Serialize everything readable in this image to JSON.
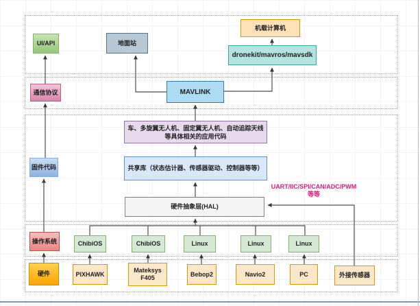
{
  "diagram": {
    "layers": {
      "ui_api": "UI/API",
      "comm_protocol": "通信协议",
      "firmware": "固件代码",
      "os": "操作系统",
      "hardware": "硬件"
    },
    "nodes": {
      "ground_station": "地面站",
      "onboard_computer": "机载计算机",
      "dronekit": "dronekit/mavros/mavsdk",
      "mavlink": "MAVLINK",
      "app_code": "车、多旋翼无人机、固定翼无人机、自动追踪天线等具体相关的应用代码",
      "shared_lib": "共享库（状态估计器、传感器驱动、控制器等等）",
      "hal": "硬件抽象层(HAL)",
      "os_chibios_1": "ChibiOS",
      "os_chibios_2": "ChibiOS",
      "os_linux_1": "Linux",
      "os_linux_2": "Linux",
      "os_linux_3": "Linux",
      "hw_pixhawk": "PIXHAWK",
      "hw_mateksys": "Mateksys F405",
      "hw_bebop2": "Bebop2",
      "hw_navio2": "Navio2",
      "hw_pc": "PC",
      "ext_sensor": "外接传感器"
    },
    "annotations": {
      "bus_protocols_line1": "UART/IIC/SPI/CAN/ADC/PWM",
      "bus_protocols_line2": "等等"
    },
    "colors": {
      "annotation_magenta": "#e2197e",
      "green_node": "#d5e8d4",
      "green_border": "#82b366",
      "orange_node": "#fde7c9",
      "orange_border": "#d79b00",
      "blue_node": "#d9e7fa",
      "blue_border": "#6c8ebf",
      "purple_node": "#e7d9ec",
      "purple_border": "#9673a6",
      "mavlink_blue": "#addcf2",
      "teal_node": "#b5e3e1",
      "gray_node": "#f4f4f4",
      "hardware_amber": "#ffa200"
    }
  }
}
